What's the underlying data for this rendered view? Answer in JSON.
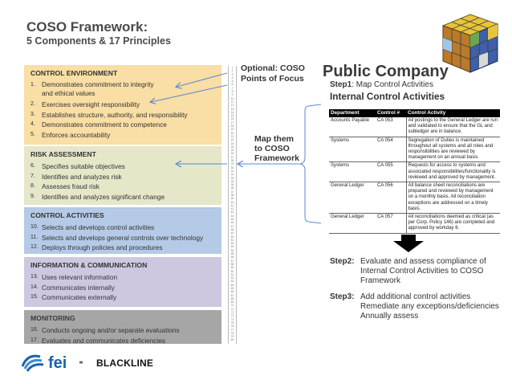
{
  "header": {
    "title": "COSO Framework:",
    "subtitle": "5 Components & 17 Principles"
  },
  "sections": [
    {
      "heading": "CONTROL ENVIRONMENT",
      "items": [
        {
          "n": "1.",
          "text": "Demonstrates commitment to integrity and ethical values"
        },
        {
          "n": "2.",
          "text": "Exercises oversight responsibility"
        },
        {
          "n": "3.",
          "text": "Establishes structure, authority, and responsibility"
        },
        {
          "n": "4.",
          "text": "Demonstrates commitment to competence"
        },
        {
          "n": "5.",
          "text": "Enforces accountability"
        }
      ]
    },
    {
      "heading": "RISK ASSESSMENT",
      "items": [
        {
          "n": "6.",
          "text": "Specifies suitable objectives"
        },
        {
          "n": "7.",
          "text": "Identifies and analyzes risk"
        },
        {
          "n": "8.",
          "text": "Assesses fraud risk"
        },
        {
          "n": "9.",
          "text": "Identifies and analyzes significant change"
        }
      ]
    },
    {
      "heading": "CONTROL ACTIVITIES",
      "items": [
        {
          "n": "10.",
          "text": "Selects and develops control activities"
        },
        {
          "n": "11.",
          "text": "Selects and develops general controls over technology"
        },
        {
          "n": "12.",
          "text": "Deploys through policies and procedures"
        }
      ]
    },
    {
      "heading": "INFORMATION & COMMUNICATION",
      "items": [
        {
          "n": "13.",
          "text": "Uses relevant information"
        },
        {
          "n": "14.",
          "text": "Communicates internally"
        },
        {
          "n": "15.",
          "text": "Communicates externally"
        }
      ]
    },
    {
      "heading": "MONITORING",
      "items": [
        {
          "n": "16.",
          "text": "Conducts ongoing and/or separate evaluations"
        },
        {
          "n": "17.",
          "text": "Evaluates and communicates deficiencies"
        }
      ]
    }
  ],
  "points_of_focus": {
    "line1": "Optional: COSO",
    "line2": "Points of Focus"
  },
  "map_label": {
    "line1": "Map them",
    "line2": "to COSO",
    "line3": "Framework"
  },
  "company": {
    "title": "Public Company",
    "step1_label": "Step1",
    "step1_text": ": Map Control Activities",
    "ica_title": "Internal Control Activities"
  },
  "table": {
    "headers": [
      "Department",
      "Control #",
      "Control Activity"
    ],
    "rows": [
      [
        "Accounts Payable",
        "CA 053",
        "All postings to the General Ledger are run and validated to ensure that the GL and subledger are in balance."
      ],
      [
        "Systems",
        "CA 054",
        "Segregation of Duties is maintained throughout all systems and all roles and responsibilities are reviewed by management on an annual basis"
      ],
      [
        "Systems",
        "CA 055",
        "Requests for access to systems and associated responsibilities/functionality is reviewed and approved by management."
      ],
      [
        "General Ledger",
        "CA 056",
        "All balance sheet reconciliations are prepared and reviewed by management on a monthly basis. All reconciliation exceptions are addressed on a timely basis."
      ],
      [
        "General Ledger",
        "CA 057",
        "All reconciliations deemed as critical (as per Corp. Policy 146) are completed and approved by workday 6."
      ]
    ]
  },
  "steps": {
    "step2_label": "Step2",
    "step2_lines": [
      "Evaluate and assess compliance of",
      "Internal Control Activities to COSO",
      "Framework"
    ],
    "step3_label": "Step3",
    "step3_lines": [
      "Add additional control activities",
      "Remediate any exceptions/deficiencies",
      "Annually assess"
    ]
  },
  "logos": {
    "fei": "fei",
    "blackline": "BLACKLINE"
  },
  "colors": {
    "control_environment": "#f9dea5",
    "risk_assessment": "#e6e6c9",
    "control_activities": "#b4cae6",
    "information_communication": "#cdc8e0",
    "monitoring": "#a6a6a6",
    "arrow": "#5b8bd0",
    "fei_blue": "#1b64ad"
  }
}
